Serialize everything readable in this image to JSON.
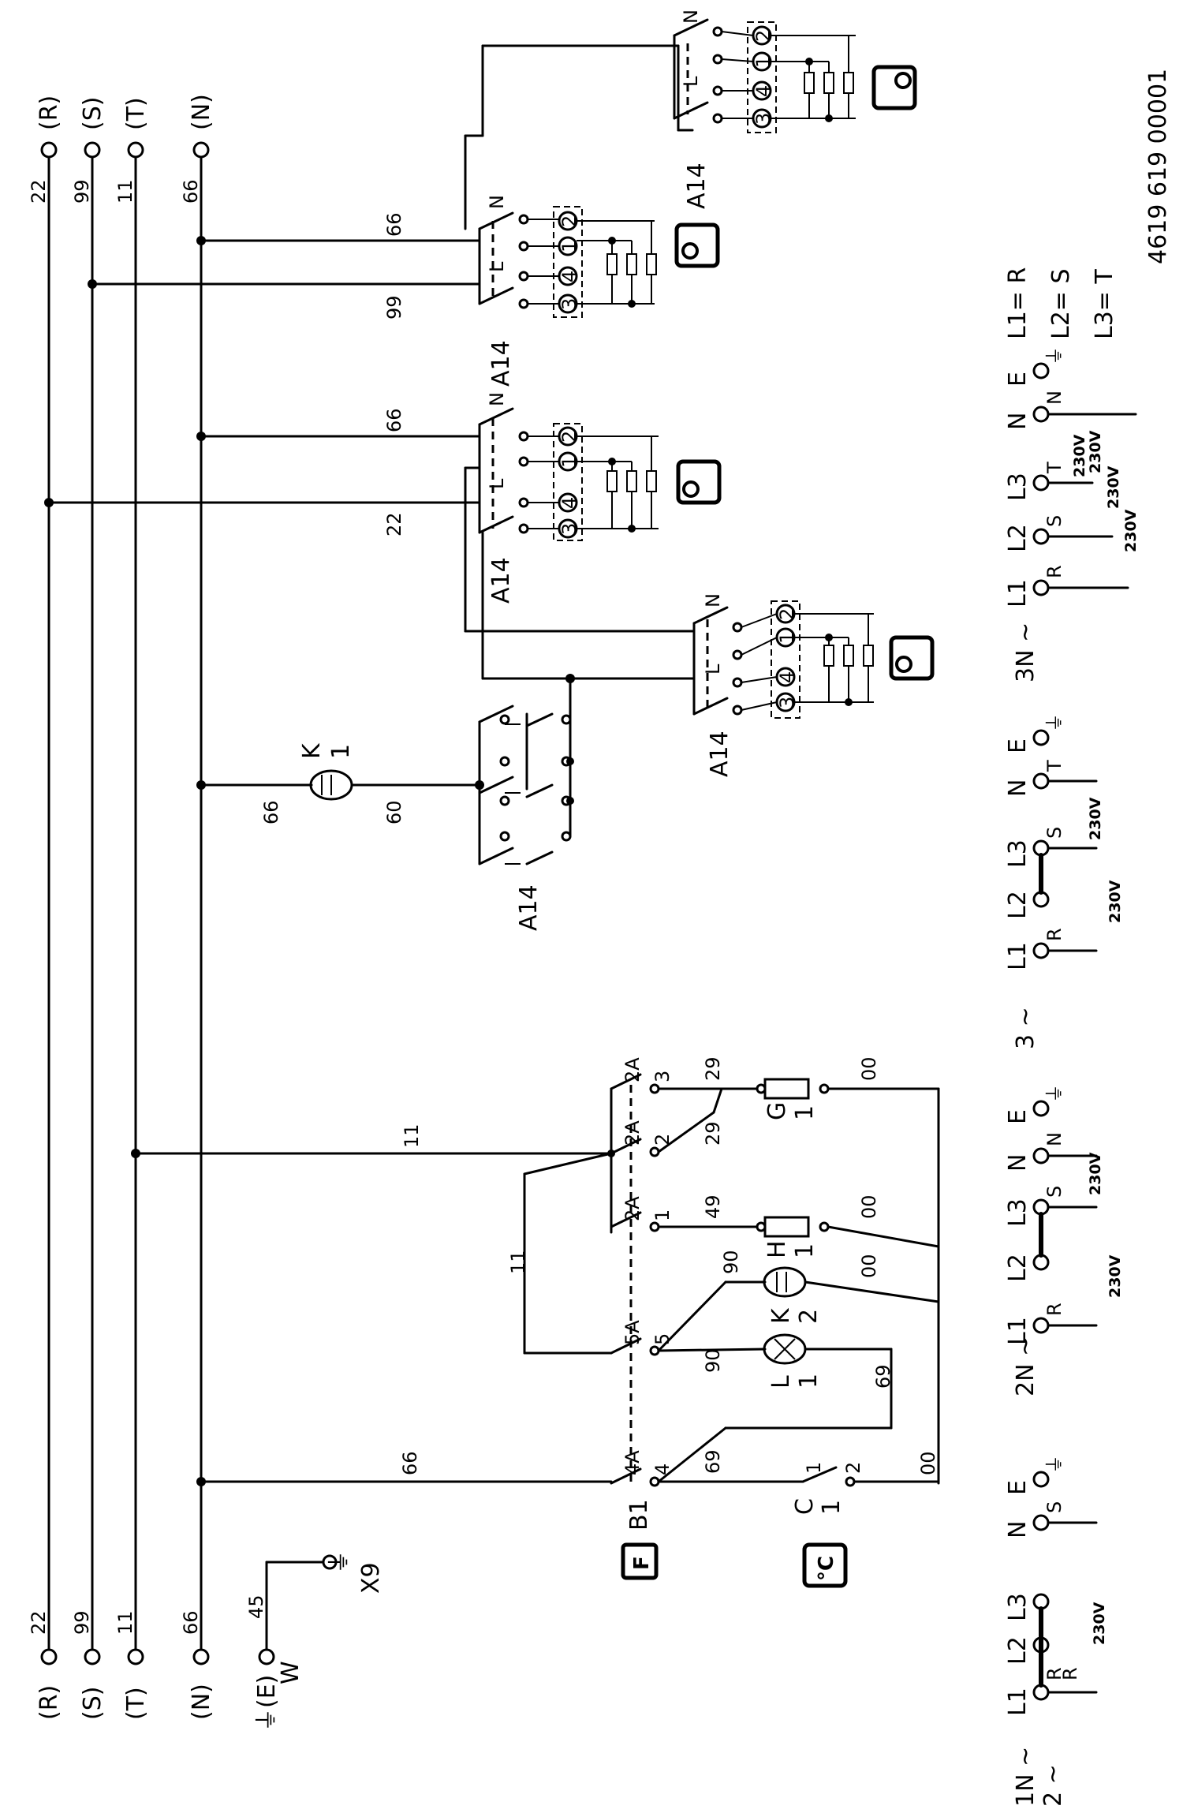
{
  "drawing_number": "4619 619 00001",
  "bus": {
    "right": [
      {
        "label": "(R)",
        "wire": "22"
      },
      {
        "label": "(S)",
        "wire": "99"
      },
      {
        "label": "(T)",
        "wire": "11"
      },
      {
        "label": "(N)",
        "wire": "66"
      }
    ],
    "left": [
      {
        "label": "(R)",
        "wire": "22"
      },
      {
        "label": "(S)",
        "wire": "99"
      },
      {
        "label": "(T)",
        "wire": "11"
      },
      {
        "label": "(N)",
        "wire": "66"
      }
    ],
    "earth": {
      "label": "⏚(E)",
      "wire": "45",
      "terminal": "W",
      "connector": "X9"
    }
  },
  "wire_labels": {
    "w66_hotplate4": "66",
    "w99_hotplate4": "99",
    "w66_hotplate3": "66",
    "w22_hotplate3": "22",
    "w66_lamp_k1": "66",
    "w60_lamp_k1": "60",
    "w11_top": "11",
    "w11_mid": "11",
    "w66_oven": "66",
    "w29_g": "29",
    "w29_g2": "29",
    "w00_g": "00",
    "w49_h": "49",
    "w00_h": "00",
    "w90_k2": "90",
    "w00_k2": "00",
    "w90_l1": "90",
    "w69_l1": "69",
    "w69_c": "69",
    "w00_c": "00"
  },
  "components": {
    "hotplate_switch": "A14",
    "switch_contacts": {
      "n": "N",
      "l": "L",
      "c2": "2",
      "c1": "1",
      "c4": "4",
      "c3": "3"
    },
    "lamp_k1": {
      "letter": "K",
      "index": "1"
    },
    "lamp_k2": {
      "letter": "K",
      "index": "2"
    },
    "lamp_l1": {
      "letter": "L",
      "index": "1"
    },
    "heater_g1": {
      "letter": "G",
      "index": "1"
    },
    "heater_h1": {
      "letter": "H",
      "index": "1"
    },
    "thermostat": {
      "letter": "C",
      "index": "1",
      "c1": "1",
      "c2": "2",
      "symbol": "°C"
    },
    "selector": {
      "name": "B1",
      "symbol": "F",
      "contacts": [
        {
          "pos": "4A",
          "out": "4"
        },
        {
          "pos": "5A",
          "out": "5"
        },
        {
          "pos": "2A",
          "out": "1"
        },
        {
          "pos": "2A",
          "out": "2"
        },
        {
          "pos": "2A",
          "out": "3"
        }
      ]
    }
  },
  "phase_legend": [
    "L1= R",
    "L2= S",
    "L3= T"
  ],
  "connection_schemes": [
    {
      "title": "1N ~",
      "subtitle": "2 ~",
      "terminals": [
        "L1",
        "L2",
        "L3",
        "N",
        "E"
      ],
      "subs": [
        "R",
        "R",
        "S"
      ],
      "voltages": [
        "230V"
      ]
    },
    {
      "title": "2N ~",
      "terminals": [
        "L1",
        "L2",
        "L3",
        "N",
        "E"
      ],
      "subs": [
        "R",
        "S",
        "N"
      ],
      "voltages": [
        "230V",
        "230V"
      ]
    },
    {
      "title": "3 ~",
      "terminals": [
        "L1",
        "L2",
        "L3",
        "N",
        "E"
      ],
      "subs": [
        "R",
        "S",
        "T"
      ],
      "voltages": [
        "230V",
        "230V"
      ]
    },
    {
      "title": "3N ~",
      "terminals": [
        "L1",
        "L2",
        "L3",
        "N",
        "E"
      ],
      "subs": [
        "R",
        "S",
        "T",
        "N"
      ],
      "voltages": [
        "230V",
        "230V",
        "230V",
        "230V"
      ]
    }
  ],
  "earth_symbol": "⏚"
}
